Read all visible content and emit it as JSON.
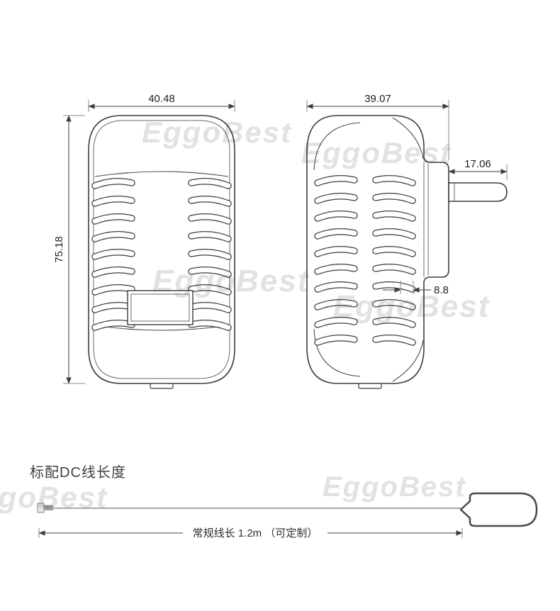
{
  "drawing": {
    "front_view": {
      "width_dim": "40.48",
      "height_dim": "75.18"
    },
    "side_view": {
      "width_dim": "39.07",
      "pin_dim": "17.06",
      "step_dim": "8.8"
    }
  },
  "cable_section": {
    "heading": "标配DC线长度",
    "length_label": "常规线长 1.2m （可定制）"
  },
  "watermark": {
    "text": "EggoBest"
  }
}
